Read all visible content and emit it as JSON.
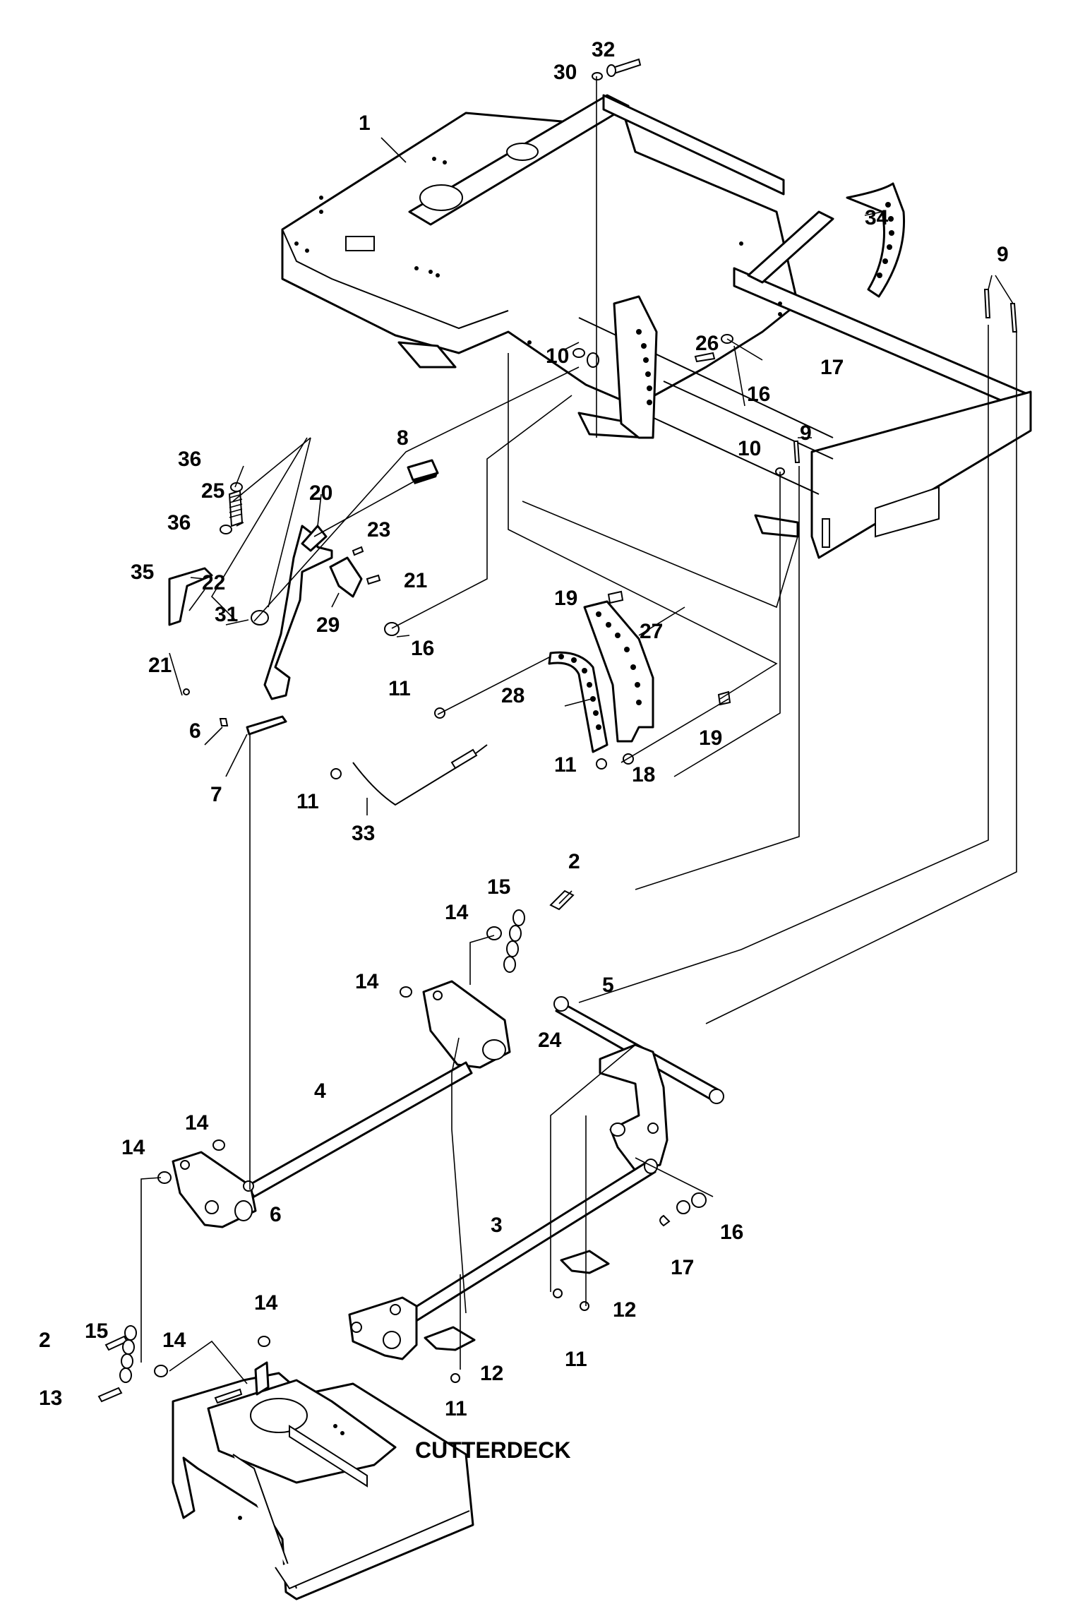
{
  "diagram": {
    "section_label": "CUTTERDECK",
    "callouts": [
      {
        "id": "c1",
        "text": "1"
      },
      {
        "id": "c32",
        "text": "32"
      },
      {
        "id": "c30",
        "text": "30"
      },
      {
        "id": "c34",
        "text": "34"
      },
      {
        "id": "c9a",
        "text": "9"
      },
      {
        "id": "c10a",
        "text": "10"
      },
      {
        "id": "c26",
        "text": "26"
      },
      {
        "id": "c17a",
        "text": "17"
      },
      {
        "id": "c16a",
        "text": "16"
      },
      {
        "id": "c10b",
        "text": "10"
      },
      {
        "id": "c9b",
        "text": "9"
      },
      {
        "id": "c8",
        "text": "8"
      },
      {
        "id": "c36a",
        "text": "36"
      },
      {
        "id": "c25",
        "text": "25"
      },
      {
        "id": "c36b",
        "text": "36"
      },
      {
        "id": "c20",
        "text": "20"
      },
      {
        "id": "c23",
        "text": "23"
      },
      {
        "id": "c35",
        "text": "35"
      },
      {
        "id": "c22",
        "text": "22"
      },
      {
        "id": "c21a",
        "text": "21"
      },
      {
        "id": "c31",
        "text": "31"
      },
      {
        "id": "c29",
        "text": "29"
      },
      {
        "id": "c21b",
        "text": "21"
      },
      {
        "id": "c16b",
        "text": "16"
      },
      {
        "id": "c19a",
        "text": "19"
      },
      {
        "id": "c27",
        "text": "27"
      },
      {
        "id": "c11a",
        "text": "11"
      },
      {
        "id": "c28",
        "text": "28"
      },
      {
        "id": "c19b",
        "text": "19"
      },
      {
        "id": "c6a",
        "text": "6"
      },
      {
        "id": "c7",
        "text": "7"
      },
      {
        "id": "c11b",
        "text": "11"
      },
      {
        "id": "c18",
        "text": "18"
      },
      {
        "id": "c11c",
        "text": "11"
      },
      {
        "id": "c33",
        "text": "33"
      },
      {
        "id": "c15a",
        "text": "15"
      },
      {
        "id": "c2a",
        "text": "2"
      },
      {
        "id": "c14a",
        "text": "14"
      },
      {
        "id": "c14b",
        "text": "14"
      },
      {
        "id": "c5",
        "text": "5"
      },
      {
        "id": "c24",
        "text": "24"
      },
      {
        "id": "c4",
        "text": "4"
      },
      {
        "id": "c14c",
        "text": "14"
      },
      {
        "id": "c14d",
        "text": "14"
      },
      {
        "id": "c6b",
        "text": "6"
      },
      {
        "id": "c3",
        "text": "3"
      },
      {
        "id": "c16c",
        "text": "16"
      },
      {
        "id": "c17b",
        "text": "17"
      },
      {
        "id": "c12a",
        "text": "12"
      },
      {
        "id": "c14e",
        "text": "14"
      },
      {
        "id": "c2b",
        "text": "2"
      },
      {
        "id": "c15b",
        "text": "15"
      },
      {
        "id": "c14f",
        "text": "14"
      },
      {
        "id": "c12b",
        "text": "12"
      },
      {
        "id": "c11d",
        "text": "11"
      },
      {
        "id": "c13",
        "text": "13"
      },
      {
        "id": "c11e",
        "text": "11"
      }
    ]
  }
}
